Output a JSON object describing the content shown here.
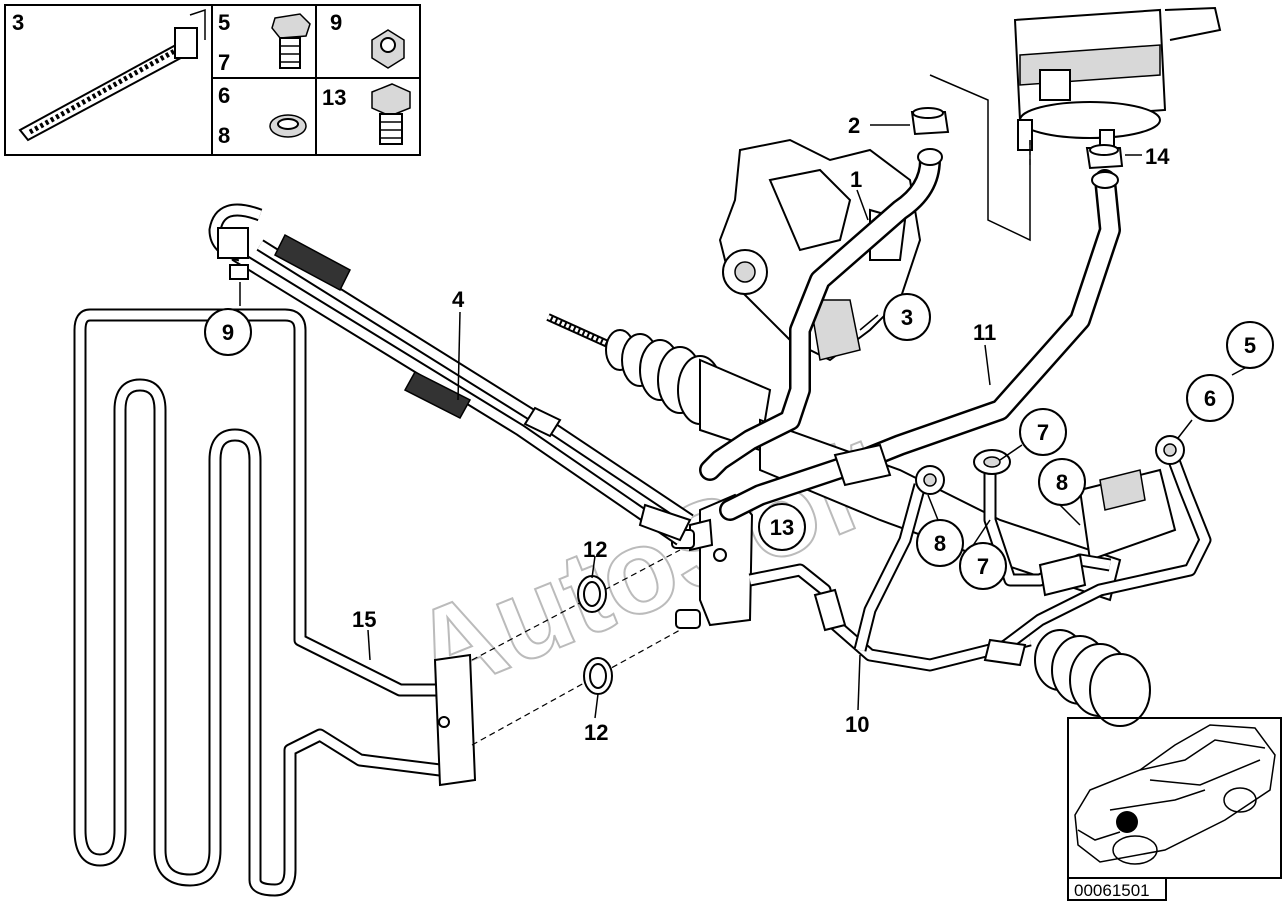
{
  "diagram": {
    "drawing_number": "00061501",
    "watermark": "AutoSoft",
    "legend_panel": {
      "cells": [
        {
          "labels": [
            "3"
          ]
        },
        {
          "labels": [
            "5",
            "7"
          ]
        },
        {
          "labels": [
            "9"
          ]
        },
        {
          "labels": [
            "6",
            "8"
          ]
        },
        {
          "labels": [
            "13"
          ]
        }
      ]
    },
    "plain_callouts": [
      "1",
      "2",
      "14",
      "4",
      "11",
      "15",
      "12",
      "12",
      "10"
    ],
    "circled_callouts": [
      "3",
      "5",
      "6",
      "7",
      "8",
      "9",
      "13",
      "8",
      "7"
    ],
    "locator_icon": "car-locator-icon"
  }
}
